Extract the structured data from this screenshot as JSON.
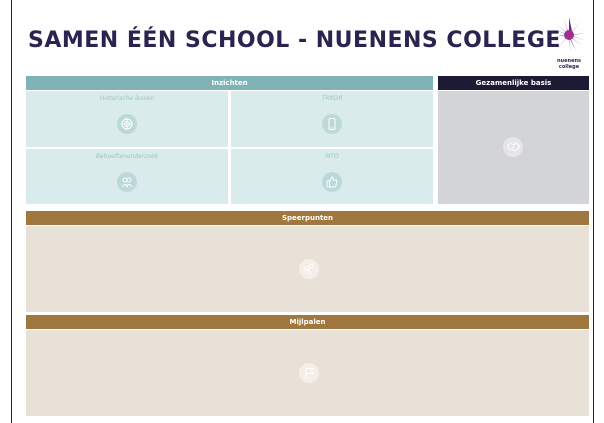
{
  "title": "SAMEN ÉÉN SCHOOL - NUENENS COLLEGE",
  "logo": {
    "text": "nuenens college"
  },
  "sections": {
    "inzichten": {
      "label": "Inzichten",
      "cells": [
        {
          "label": "Historische lessen",
          "icon": "target-icon"
        },
        {
          "label": "TRNDR",
          "icon": "phone-icon"
        },
        {
          "label": "Behoeftenonderzoek",
          "icon": "people-icon"
        },
        {
          "label": "MTO",
          "icon": "thumbs-up-icon"
        }
      ]
    },
    "gezamenlijke_basis": {
      "label": "Gezamenlijke basis",
      "icon": "handshake-icon"
    },
    "speerpunten": {
      "label": "Speerpunten",
      "icon": "telescope-icon"
    },
    "mijlpalen": {
      "label": "Mijlpalen",
      "icon": "flag-icon"
    }
  },
  "colors": {
    "title": "#2b2350",
    "teal": "#7fb3b5",
    "navy": "#1d1a35",
    "brown": "#a0773e",
    "teal_light": "#d9ebeb",
    "gray": "#d3d4d8",
    "beige": "#e8e1d8"
  }
}
